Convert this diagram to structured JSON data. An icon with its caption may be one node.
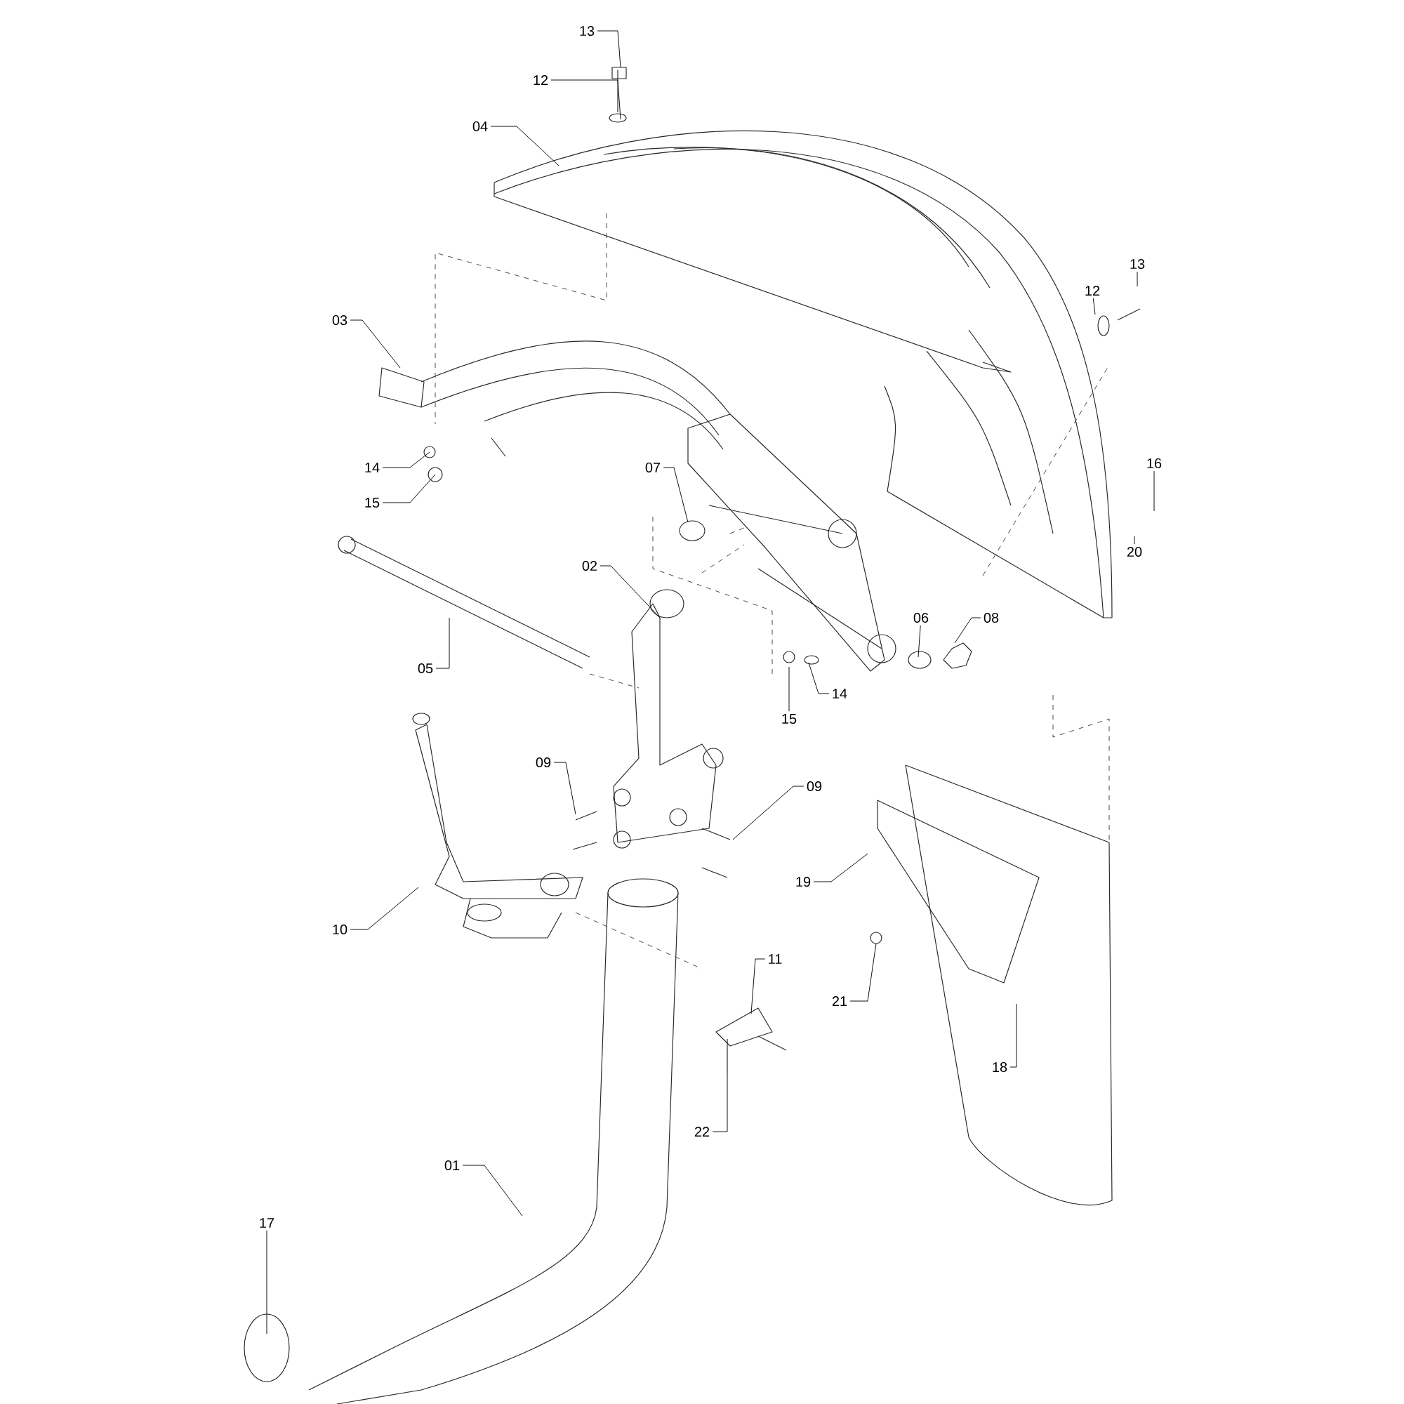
{
  "diagram": {
    "nodes": [
      {
        "text": [
          "13"
        ]
      },
      {
        "text": [
          "12"
        ]
      },
      {
        "text": [
          "04"
        ]
      },
      {
        "text": [
          "13"
        ]
      },
      {
        "text": [
          "12"
        ]
      },
      {
        "text": [
          "03"
        ]
      },
      {
        "text": [
          "16"
        ]
      },
      {
        "text": [
          "14"
        ]
      },
      {
        "text": [
          "07"
        ]
      },
      {
        "text": [
          "15"
        ]
      },
      {
        "text": [
          "20"
        ]
      },
      {
        "text": [
          "02"
        ]
      },
      {
        "text": [
          "06"
        ]
      },
      {
        "text": [
          "08"
        ]
      },
      {
        "text": [
          "05"
        ]
      },
      {
        "text": [
          "14"
        ]
      },
      {
        "text": [
          "15"
        ]
      },
      {
        "text": [
          "09"
        ]
      },
      {
        "text": [
          "09"
        ]
      },
      {
        "text": [
          "19"
        ]
      },
      {
        "text": [
          "10"
        ]
      },
      {
        "text": [
          "11"
        ]
      },
      {
        "text": [
          "21"
        ]
      },
      {
        "text": [
          "18"
        ]
      },
      {
        "text": [
          "22"
        ]
      },
      {
        "text": [
          "01"
        ]
      },
      {
        "text": [
          "17"
        ]
      }
    ],
    "edges": [
      {
        "from": 0,
        "to": null,
        "arrow": "none"
      },
      {
        "from": 1,
        "to": null,
        "arrow": "none"
      },
      {
        "from": 2,
        "to": null,
        "arrow": "none"
      },
      {
        "from": 3,
        "to": null,
        "arrow": "none"
      },
      {
        "from": 4,
        "to": null,
        "arrow": "none"
      },
      {
        "from": 5,
        "to": null,
        "arrow": "none"
      },
      {
        "from": 6,
        "to": null,
        "arrow": "none"
      },
      {
        "from": 7,
        "to": null,
        "arrow": "none"
      },
      {
        "from": 8,
        "to": null,
        "arrow": "none"
      },
      {
        "from": 9,
        "to": null,
        "arrow": "none"
      },
      {
        "from": 10,
        "to": null,
        "arrow": "none"
      },
      {
        "from": 11,
        "to": null,
        "arrow": "none"
      },
      {
        "from": 12,
        "to": null,
        "arrow": "none"
      },
      {
        "from": 13,
        "to": null,
        "arrow": "none"
      },
      {
        "from": 14,
        "to": null,
        "arrow": "none"
      },
      {
        "from": 15,
        "to": null,
        "arrow": "none"
      },
      {
        "from": 16,
        "to": null,
        "arrow": "none"
      },
      {
        "from": 17,
        "to": null,
        "arrow": "none"
      },
      {
        "from": 18,
        "to": null,
        "arrow": "none"
      },
      {
        "from": 19,
        "to": null,
        "arrow": "none"
      },
      {
        "from": 20,
        "to": null,
        "arrow": "none"
      },
      {
        "from": 21,
        "to": null,
        "arrow": "none"
      },
      {
        "from": 22,
        "to": null,
        "arrow": "none"
      },
      {
        "from": 23,
        "to": null,
        "arrow": "none"
      },
      {
        "from": 24,
        "to": null,
        "arrow": "none"
      },
      {
        "from": 25,
        "to": null,
        "arrow": "none"
      },
      {
        "from": 26,
        "to": null,
        "arrow": "none"
      }
    ]
  }
}
